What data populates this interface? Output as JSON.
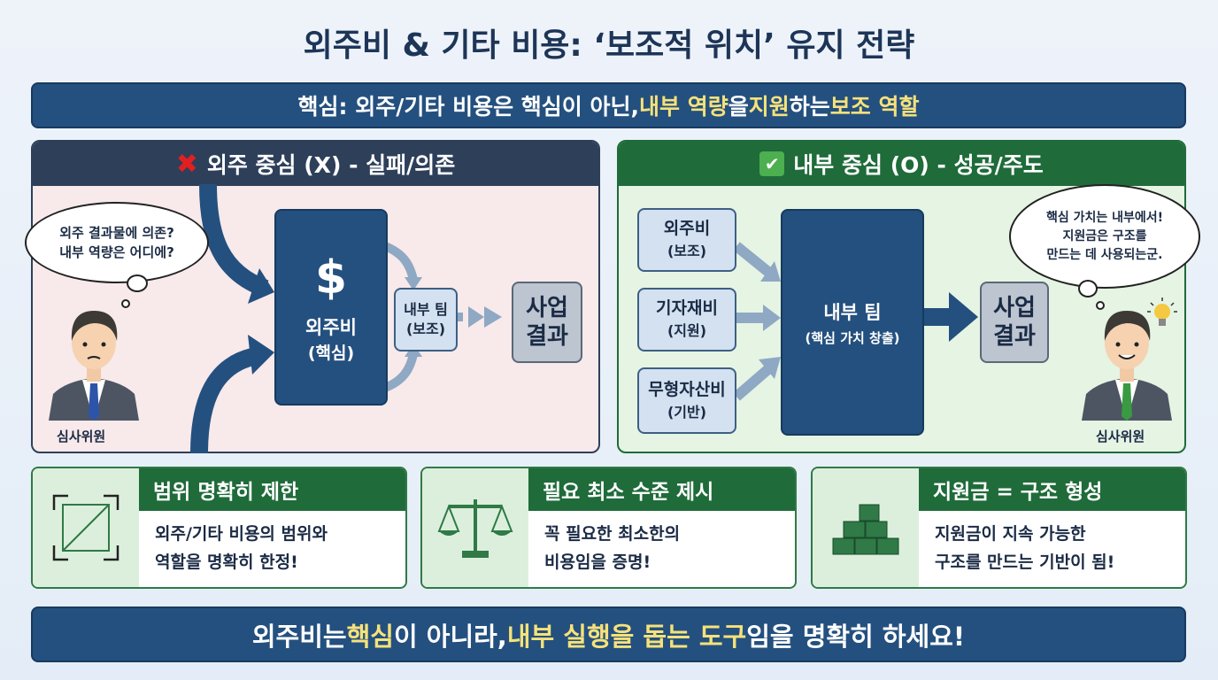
{
  "title": "외주비 & 기타 비용: ‘보조적 위치’ 유지 전략",
  "top_banner": {
    "p1": "핵심: 외주/기타 비용은 핵심이 아닌, ",
    "h1": "내부 역량",
    "p2": "을 ",
    "h2": "지원",
    "p3": "하는 ",
    "h3": "보조 역할"
  },
  "left_panel": {
    "header": "외주 중심 (X) - 실패/의존",
    "bubble_line1": "외주 결과물에 의존?",
    "bubble_line2": "내부 역량은 어디에?",
    "core_symbol": "$",
    "core_line1": "외주비",
    "core_line2": "(핵심)",
    "team_line1": "내부 팀",
    "team_line2": "(보조)",
    "result_line1": "사업",
    "result_line2": "결과",
    "person_label": "심사위원"
  },
  "right_panel": {
    "header": "내부 중심 (O) - 성공/주도",
    "inputs": [
      {
        "name": "외주비",
        "role": "(보조)"
      },
      {
        "name": "기자재비",
        "role": "(지원)"
      },
      {
        "name": "무형자산비",
        "role": "(기반)"
      }
    ],
    "core_line1": "내부 팀",
    "core_line2": "(핵심 가치 창출)",
    "result_line1": "사업",
    "result_line2": "결과",
    "bubble_line1": "핵심 가치는 내부에서!",
    "bubble_line2": "지원금은 구조를",
    "bubble_line3": "만드는 데 사용되는군.",
    "person_label": "심사위원"
  },
  "cards": [
    {
      "title": "범위 명확히 제한",
      "line1": "외주/기타 비용의 범위와",
      "line2": "역할을 명확히 한정!",
      "icon": "crop-frame-icon"
    },
    {
      "title": "필요 최소 수준 제시",
      "line1": "꼭 필요한 최소한의",
      "line2": "비용임을 증명!",
      "icon": "scales-icon"
    },
    {
      "title": "지원금 = 구조 형성",
      "line1": "지원금이 지속 가능한",
      "line2": "구조를 만드는 기반이 됨!",
      "icon": "blocks-icon"
    }
  ],
  "bottom_banner": {
    "p1": "외주비는 ",
    "h1": "핵심",
    "p2": "이 아니라, ",
    "h2": "내부 실행을 돕는 도구",
    "p3": "임을 명확히 하세요!"
  },
  "colors": {
    "navy": "#24507f",
    "green": "#1f6b3a",
    "highlight": "#f6e27a"
  }
}
